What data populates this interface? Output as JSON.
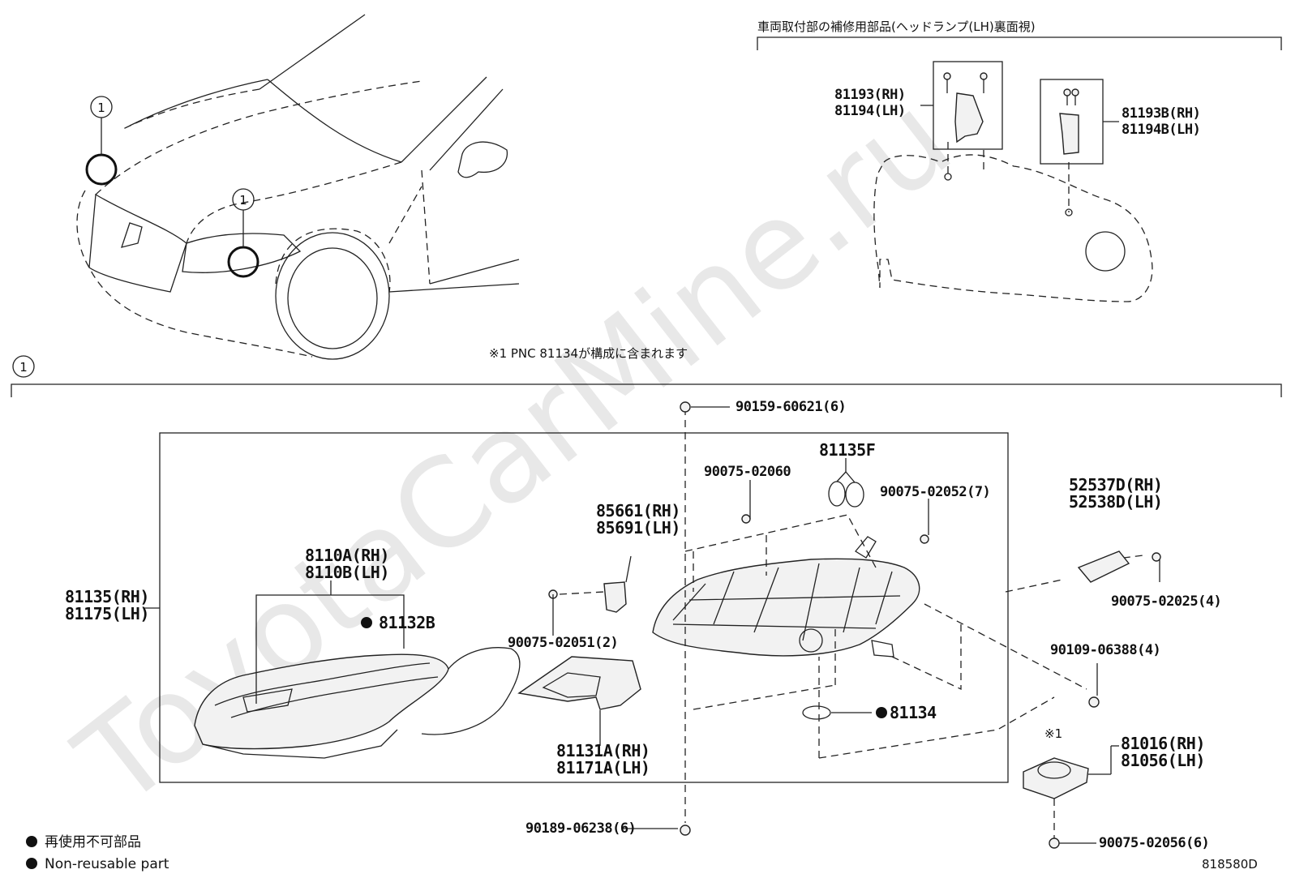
{
  "watermark": "ToyotaCarMine.ru",
  "inset_title": "車両取付部の補修用部品(ヘッドランプ(LH)裏面視)",
  "callout_marker": "1",
  "note": "※1 PNC 81134が構成に含まれます",
  "section_marker": "1",
  "part_labels": {
    "p81193": [
      "81193(RH)",
      "81194(LH)"
    ],
    "p81193b": [
      "81193B(RH)",
      "81194B(LH)"
    ],
    "p90159": "90159-60621(6)",
    "p81135f": "81135F",
    "p90075_02060": "90075-02060",
    "p90075_02052": "90075-02052(7)",
    "p52537d": [
      "52537D(RH)",
      "52538D(LH)"
    ],
    "p85661": [
      "85661(RH)",
      "85691(LH)"
    ],
    "p8110a": [
      "8110A(RH)",
      "8110B(LH)"
    ],
    "p81135": [
      "81135(RH)",
      "81175(LH)"
    ],
    "p81132b": "81132B",
    "p90075_02051": "90075-02051(2)",
    "p90075_02025": "90075-02025(4)",
    "p90109": "90109-06388(4)",
    "p81134": "81134",
    "p81131a": [
      "81131A(RH)",
      "81171A(LH)"
    ],
    "p_note_ref": "※1",
    "p81016": [
      "81016(RH)",
      "81056(LH)"
    ],
    "p90189": "90189-06238(6)",
    "p90075_02056": "90075-02056(6)"
  },
  "legend": {
    "jp": "再使用不可部品",
    "en": "Non-reusable part"
  },
  "figure_code": "818580D"
}
